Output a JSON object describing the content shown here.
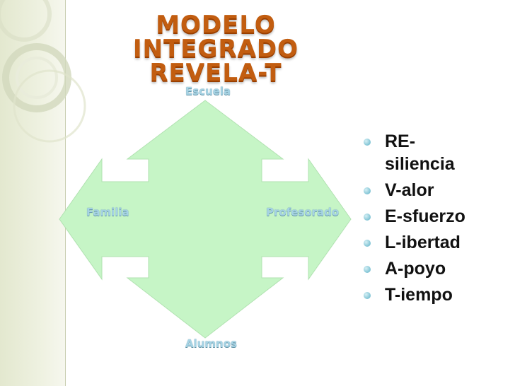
{
  "title": {
    "line1": "MODELO INTEGRADO",
    "line2": "REVELA-T"
  },
  "diagram": {
    "top_label": "Escuela",
    "left_label": "Familia",
    "right_label": "Profesorado",
    "bottom_label": "Alumnos"
  },
  "bullets": [
    {
      "line1": "RE-",
      "line2": "siliencia"
    },
    {
      "line1": "V-alor"
    },
    {
      "line1": "E-sfuerzo"
    },
    {
      "line1": "L-ibertad"
    },
    {
      "line1": "A-poyo"
    },
    {
      "line1": "T-iempo"
    }
  ],
  "colors": {
    "arrow_fill": "#c6f5c6",
    "title": "#c25d10",
    "label": "#a6d3e4",
    "bullet_dot": "#7fc3d4"
  }
}
